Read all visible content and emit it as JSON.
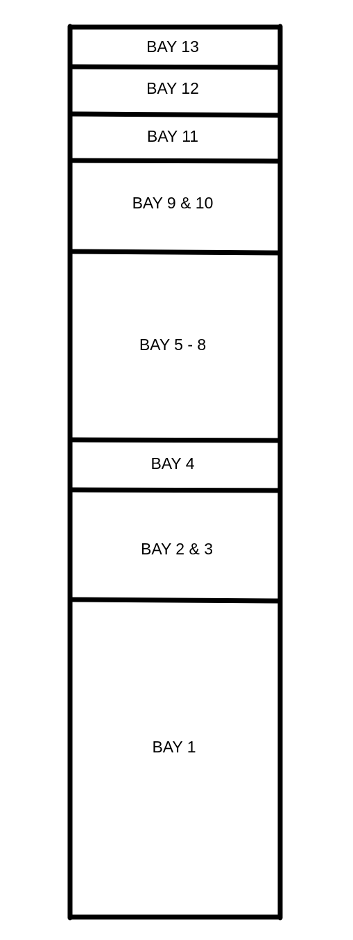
{
  "diagram": {
    "bays": [
      {
        "label": "BAY 13"
      },
      {
        "label": "BAY 12"
      },
      {
        "label": "BAY 11"
      },
      {
        "label": "BAY 9 & 10"
      },
      {
        "label": "BAY 5 - 8"
      },
      {
        "label": "BAY 4"
      },
      {
        "label": "BAY 2 & 3"
      },
      {
        "label": "BAY 1"
      }
    ],
    "colors": {
      "line": "#000000",
      "background": "#ffffff",
      "text": "#000000"
    }
  }
}
